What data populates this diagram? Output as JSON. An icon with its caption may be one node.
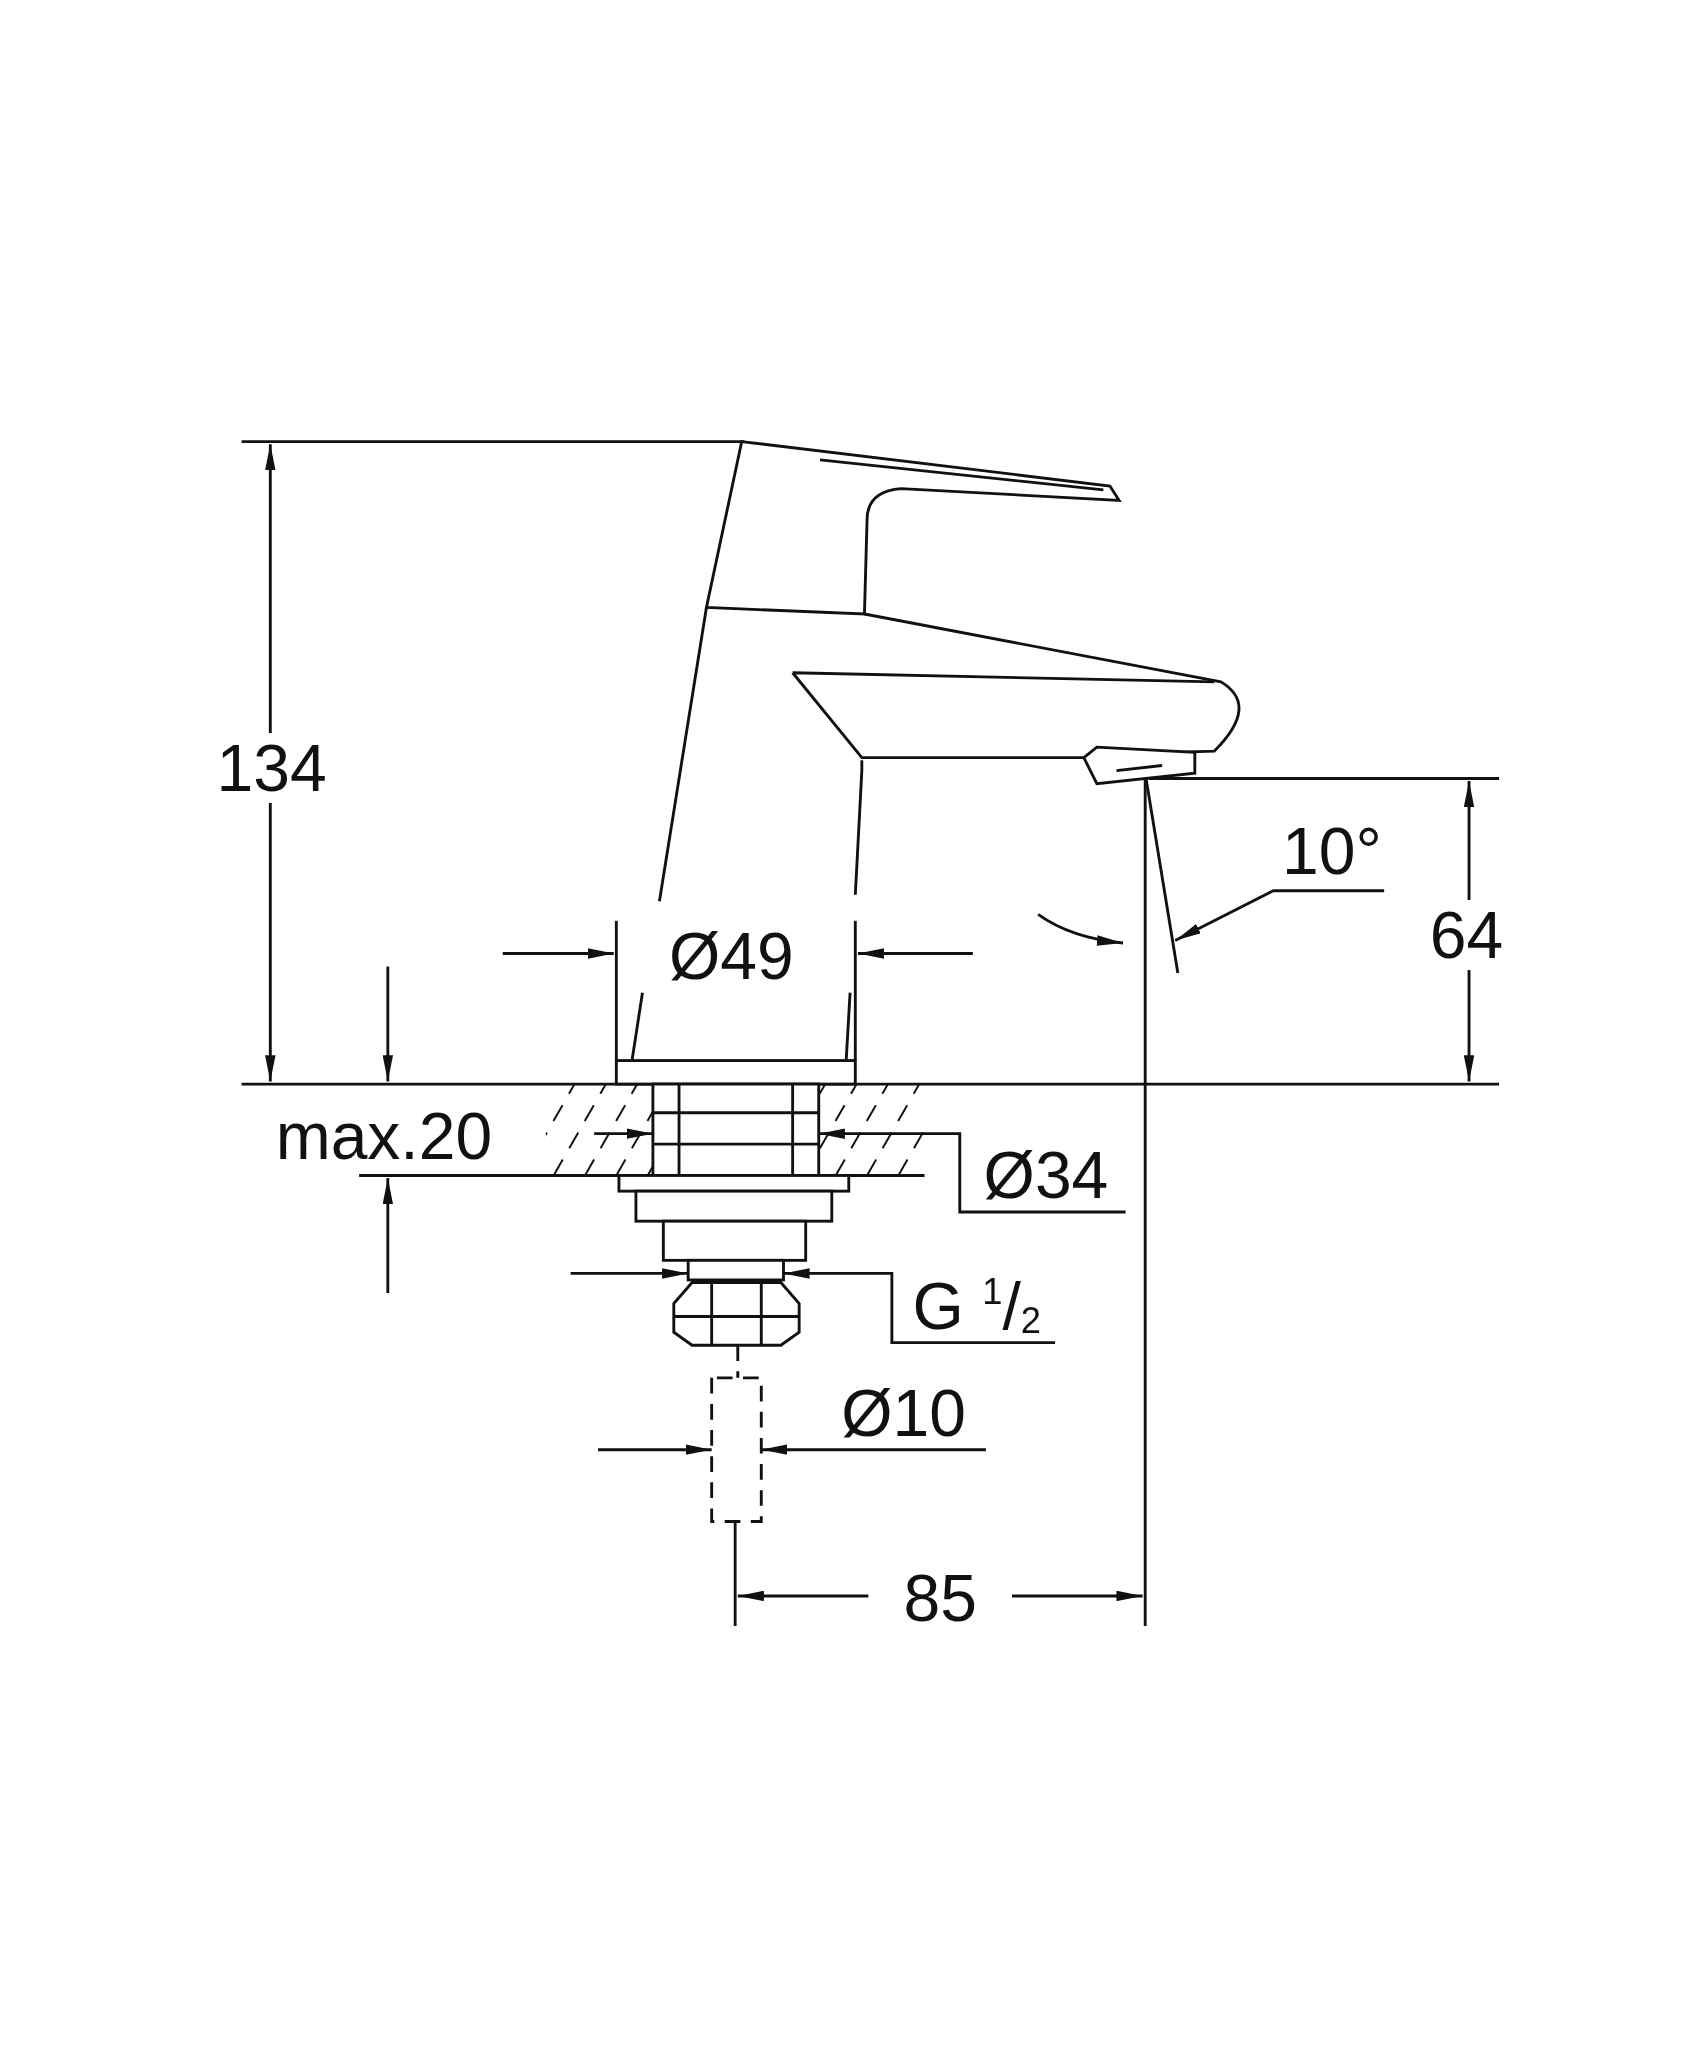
{
  "diagram": {
    "labels": [
      "134",
      "Ø49",
      "10°",
      "64",
      "max.20",
      "Ø34",
      "G $^{1}$/$_{2}$",
      "Ø10",
      "85"
    ]
  }
}
